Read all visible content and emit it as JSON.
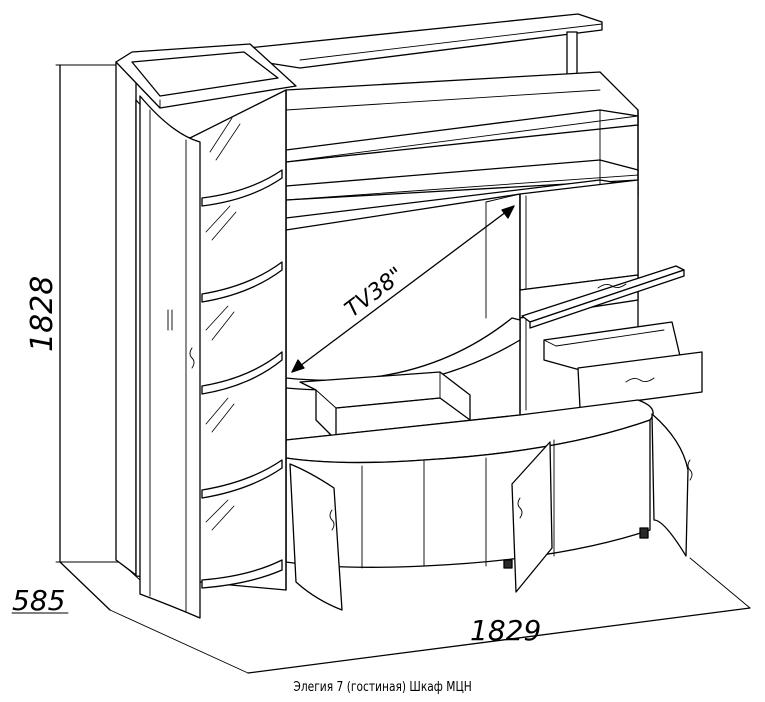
{
  "caption": "Элегия 7 (гостиная) Шкаф МЦН",
  "dimensions": {
    "height": "1828",
    "depth": "585",
    "width": "1829"
  },
  "tv_label": "TV38\""
}
